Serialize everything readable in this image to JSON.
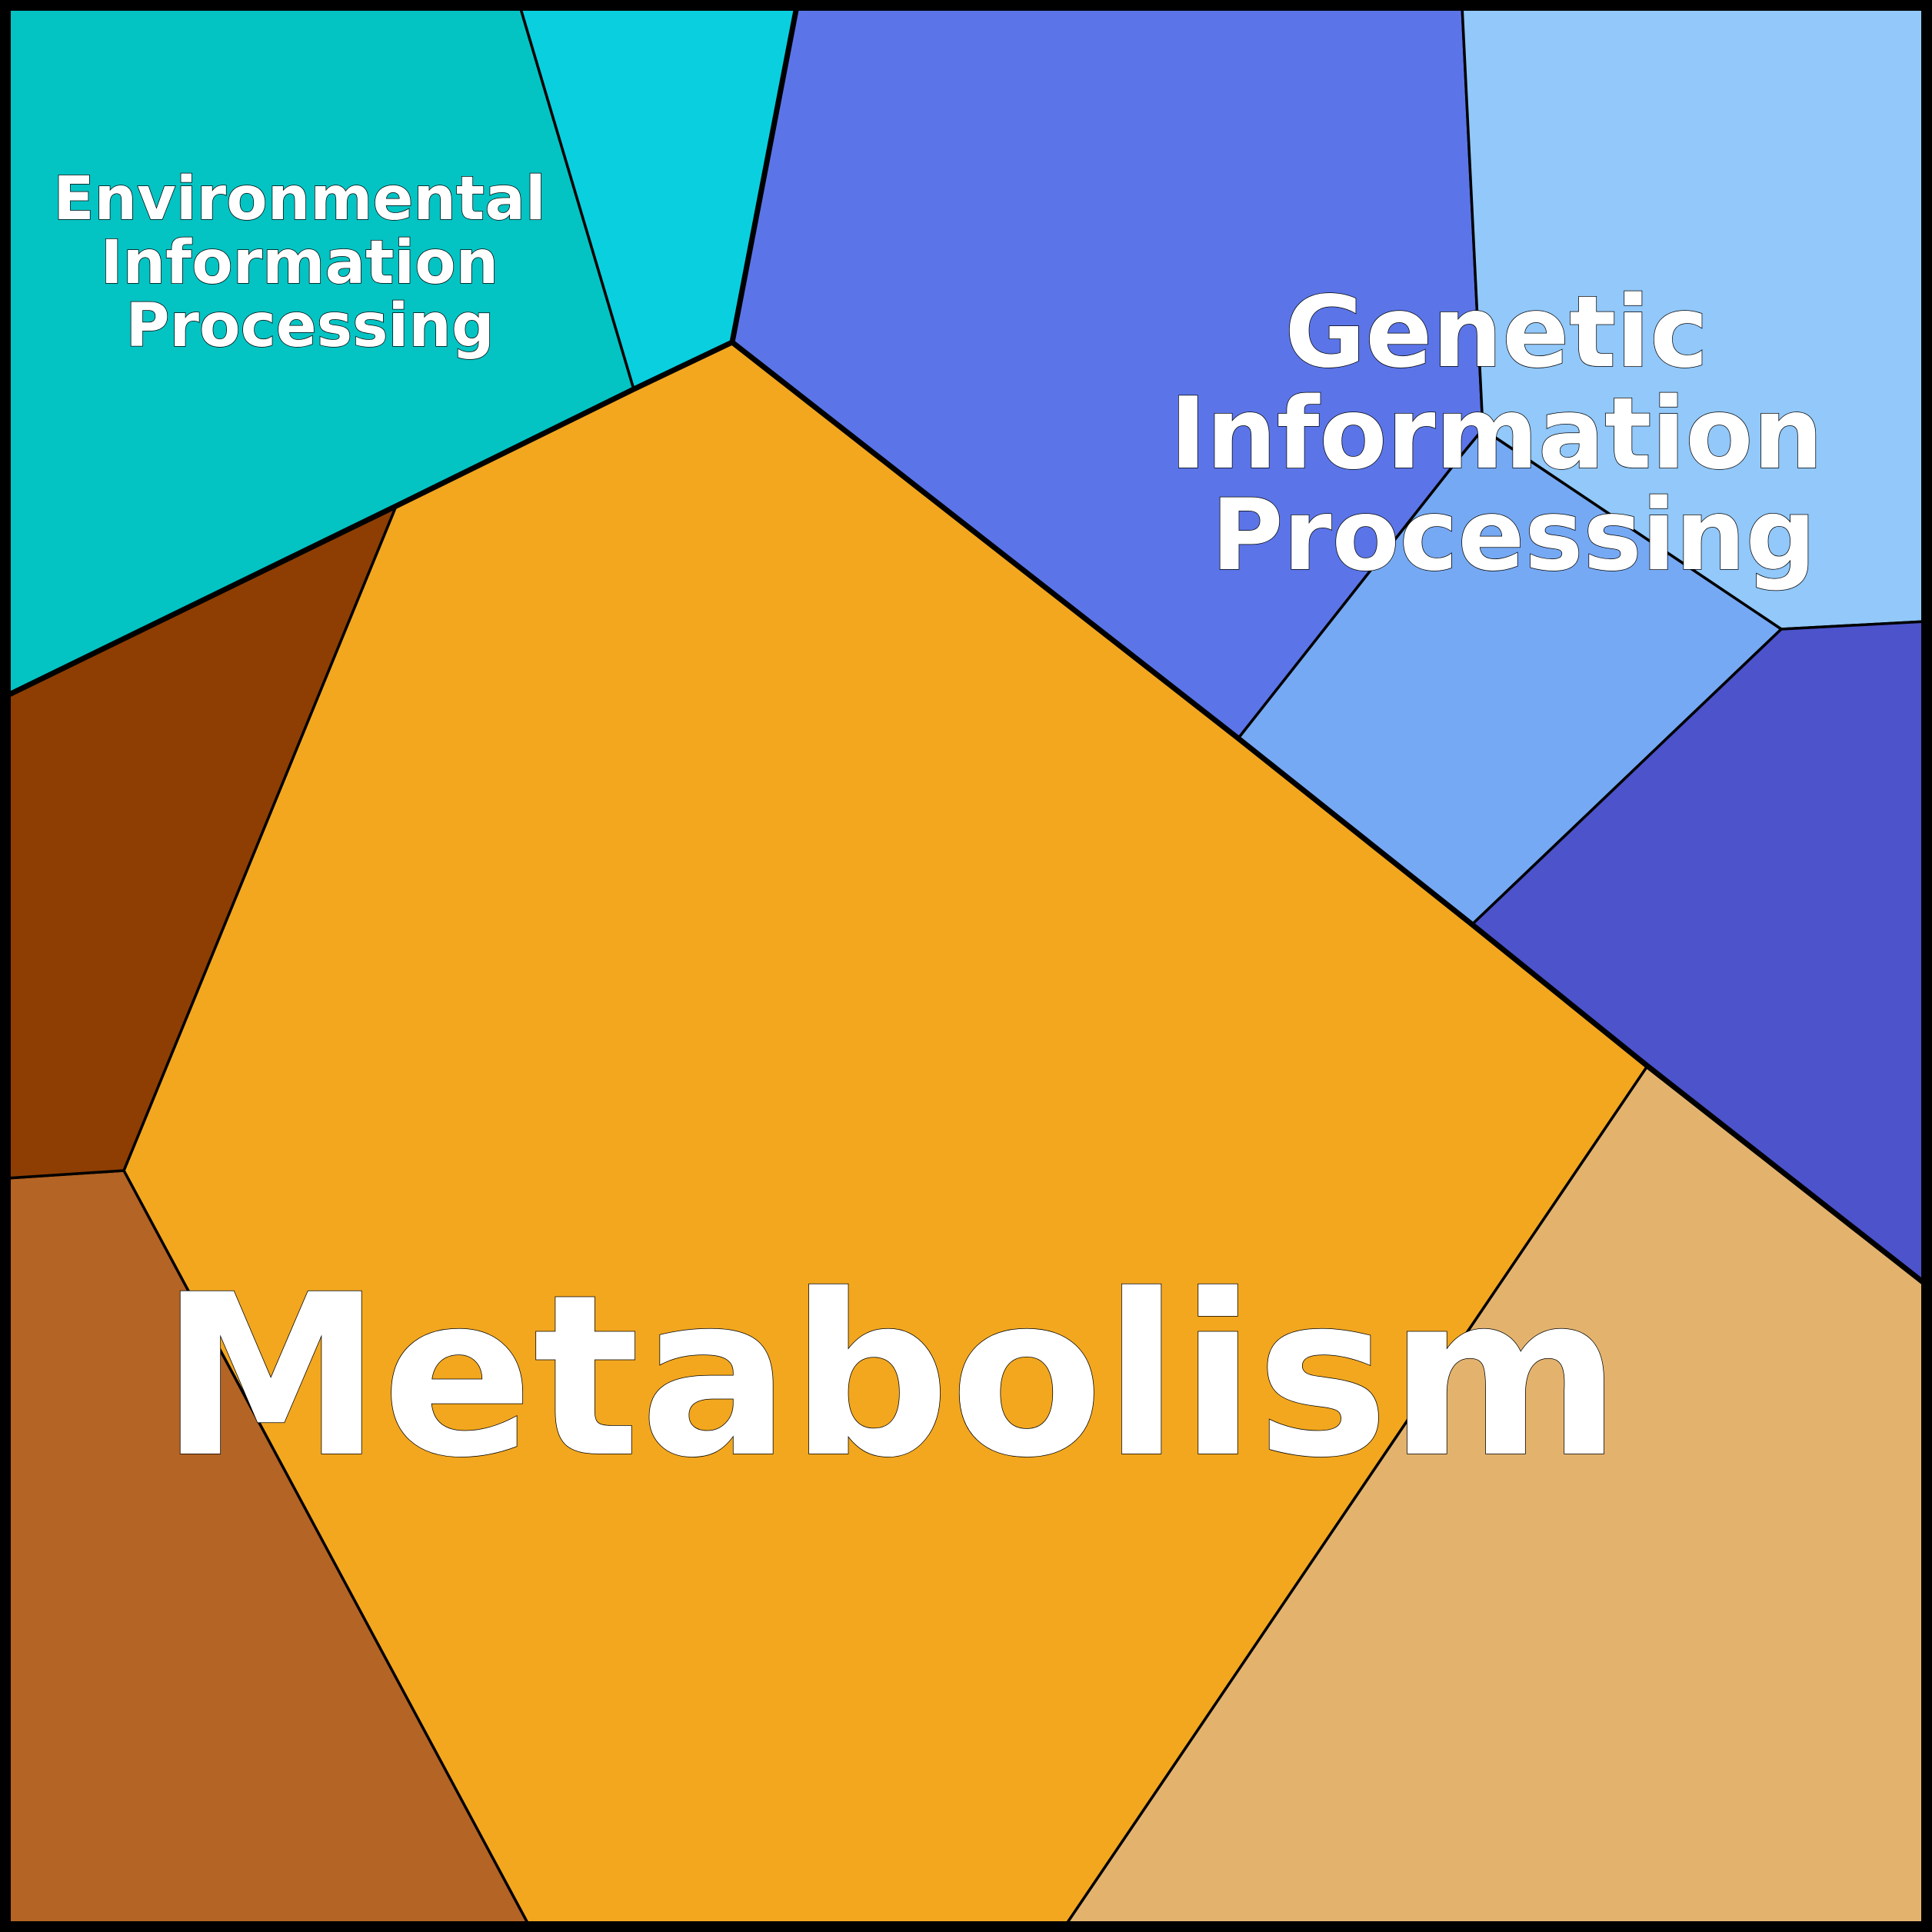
{
  "regions": [
    {
      "key": "metabolism",
      "label": "Metabolism",
      "cells": [
        {
          "name": "metabolism-main",
          "color": "#F2A71F"
        },
        {
          "name": "metabolism-tan",
          "color": "#E3B36E"
        },
        {
          "name": "metabolism-brown",
          "color": "#B46424"
        },
        {
          "name": "metabolism-dark-brown",
          "color": "#8E3E02"
        }
      ]
    },
    {
      "key": "genetic",
      "label_lines": [
        "Genetic",
        "Information",
        "Processing"
      ],
      "cells": [
        {
          "name": "genetic-royal-blue",
          "color": "#5B75E8"
        },
        {
          "name": "genetic-light-blue",
          "color": "#92C8FA"
        },
        {
          "name": "genetic-sky-blue",
          "color": "#76A9F4"
        },
        {
          "name": "genetic-indigo",
          "color": "#4C53CB"
        }
      ]
    },
    {
      "key": "environmental",
      "label_lines": [
        "Environmental",
        "Information",
        "Processing"
      ],
      "cells": [
        {
          "name": "environmental-teal",
          "color": "#04C3C3"
        },
        {
          "name": "environmental-cyan",
          "color": "#0ACFDF"
        }
      ]
    }
  ]
}
